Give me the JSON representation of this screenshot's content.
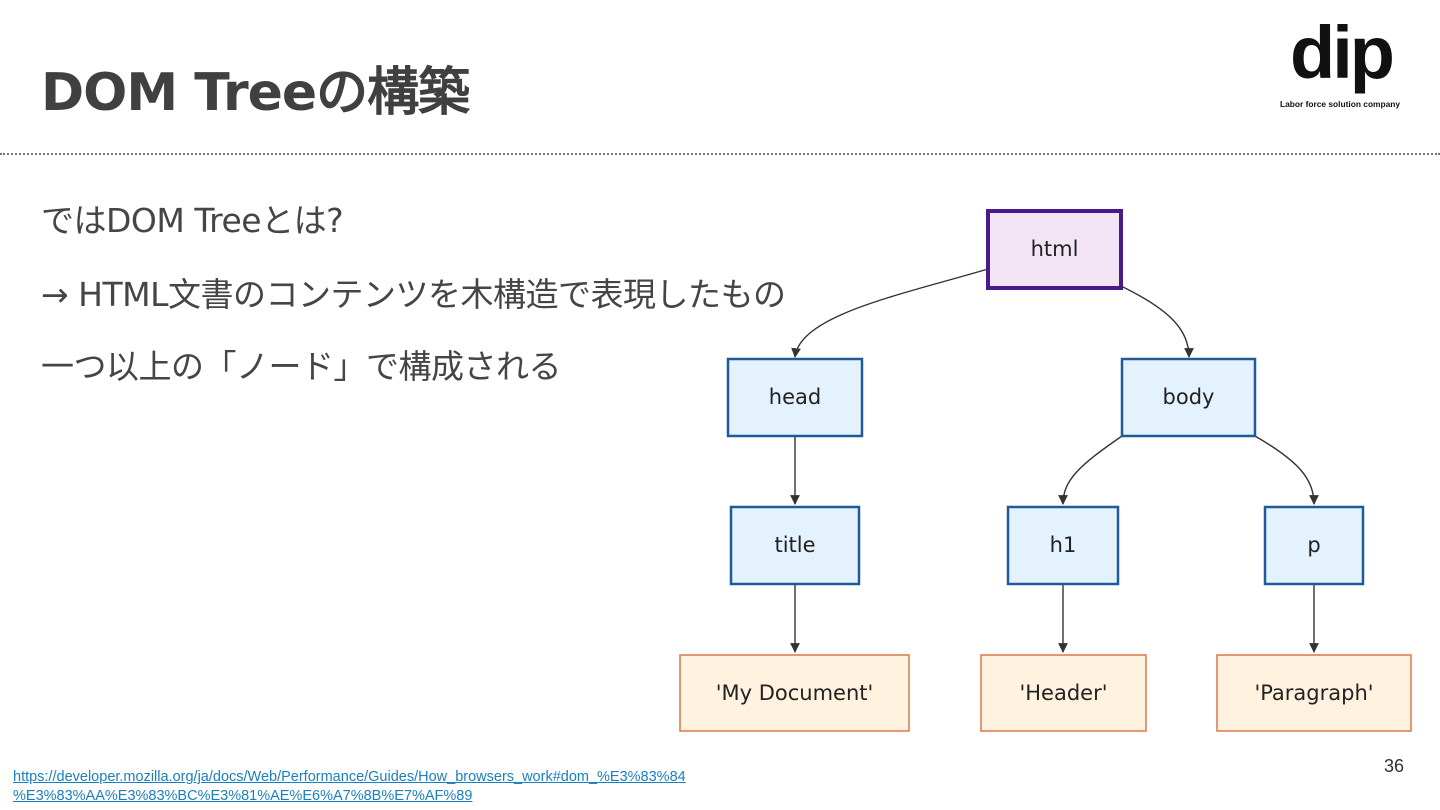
{
  "slide": {
    "title": "DOM Treeの構築",
    "bullets": [
      "ではDOM Treeとは?",
      "→ HTML文書のコンテンツを木構造で表現したもの",
      "一つ以上の「ノード」で構成される"
    ],
    "page_number": "36",
    "reference": {
      "line1": "https://developer.mozilla.org/ja/docs/Web/Performance/Guides/How_browsers_work#dom_%E3%83%84",
      "line2": "%E3%83%AA%E3%83%BC%E3%81%AE%E6%A7%8B%E7%AF%89"
    }
  },
  "logo": {
    "word": "dip",
    "tagline": "Labor force solution company"
  },
  "diagram": {
    "nodes": {
      "html": "html",
      "head": "head",
      "body": "body",
      "title": "title",
      "h1": "h1",
      "p": "p",
      "text_title": "'My Document'",
      "text_h1": "'Header'",
      "text_p": "'Paragraph'"
    },
    "edges": [
      [
        "html",
        "head"
      ],
      [
        "html",
        "body"
      ],
      [
        "head",
        "title"
      ],
      [
        "body",
        "h1"
      ],
      [
        "body",
        "p"
      ],
      [
        "title",
        "text_title"
      ],
      [
        "h1",
        "text_h1"
      ],
      [
        "p",
        "text_p"
      ]
    ],
    "colors": {
      "root_fill": "#f3e5f5",
      "root_stroke": "#4a1a8c",
      "element_fill": "#e3f2fd",
      "element_stroke": "#1f5a99",
      "text_fill": "#fff3e0",
      "text_stroke": "#d9784a",
      "edge": "#333333"
    }
  }
}
